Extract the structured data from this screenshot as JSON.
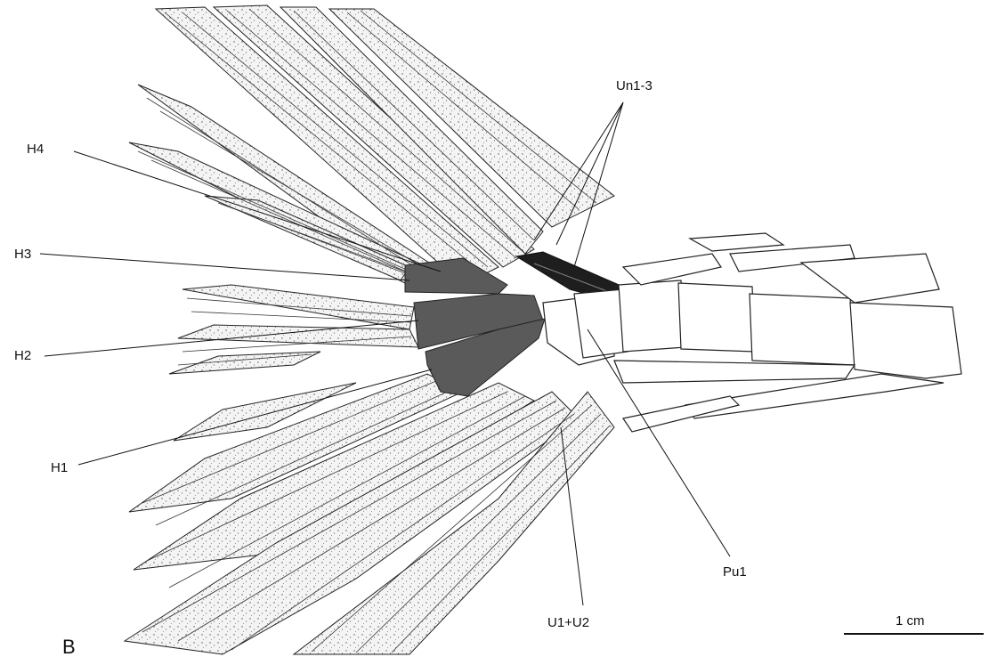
{
  "figure": {
    "panel_letter": "B",
    "labels": {
      "h4": "H4",
      "h3": "H3",
      "h2": "H2",
      "h1": "H1",
      "un13": "Un1-3",
      "pu1": "Pu1",
      "u1u2": "U1+U2"
    },
    "scale_bar": {
      "label": "1 cm"
    }
  }
}
